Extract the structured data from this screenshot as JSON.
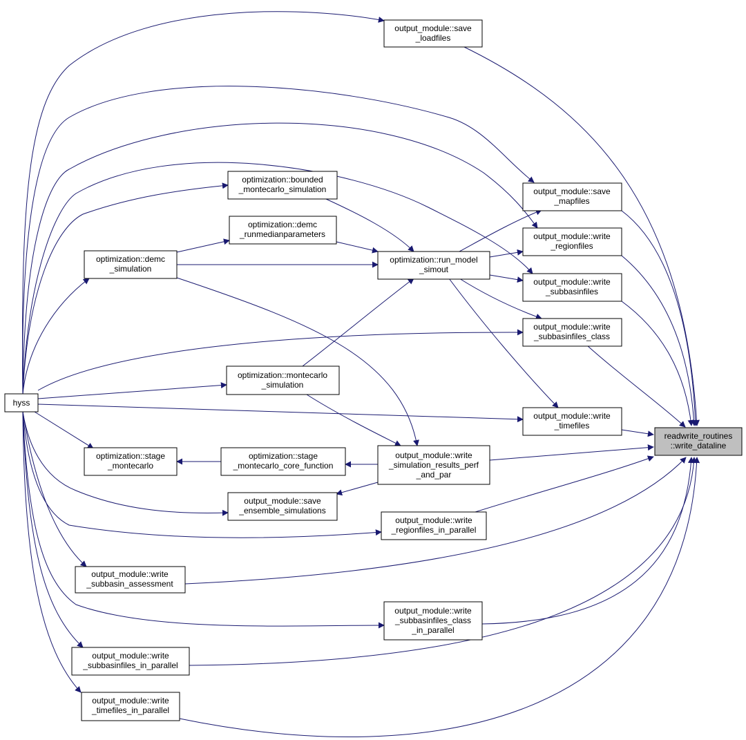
{
  "graph": {
    "edge_color": "#191970",
    "highlight_color": "#bfbfbf",
    "nodes": [
      {
        "id": "hyss",
        "lines": [
          "hyss"
        ]
      },
      {
        "id": "save_loadfiles",
        "lines": [
          "output_module::save",
          "_loadfiles"
        ]
      },
      {
        "id": "save_mapfiles",
        "lines": [
          "output_module::save",
          "_mapfiles"
        ]
      },
      {
        "id": "write_regionfiles",
        "lines": [
          "output_module::write",
          "_regionfiles"
        ]
      },
      {
        "id": "write_subbasinfiles",
        "lines": [
          "output_module::write",
          "_subbasinfiles"
        ]
      },
      {
        "id": "write_subbasinfiles_class",
        "lines": [
          "output_module::write",
          "_subbasinfiles_class"
        ]
      },
      {
        "id": "write_timefiles",
        "lines": [
          "output_module::write",
          "_timefiles"
        ]
      },
      {
        "id": "bounded_mc",
        "lines": [
          "optimization::bounded",
          "_montecarlo_simulation"
        ]
      },
      {
        "id": "demc_runmedian",
        "lines": [
          "optimization::demc",
          "_runmedianparameters"
        ]
      },
      {
        "id": "demc_simulation",
        "lines": [
          "optimization::demc",
          "_simulation"
        ]
      },
      {
        "id": "run_model_simout",
        "lines": [
          "optimization::run_model",
          "_simout"
        ]
      },
      {
        "id": "mc_simulation",
        "lines": [
          "optimization::montecarlo",
          "_simulation"
        ]
      },
      {
        "id": "stage_montecarlo",
        "lines": [
          "optimization::stage",
          "_montecarlo"
        ]
      },
      {
        "id": "stage_mc_core",
        "lines": [
          "optimization::stage",
          "_montecarlo_core_function"
        ]
      },
      {
        "id": "write_sim_results",
        "lines": [
          "output_module::write",
          "_simulation_results_perf",
          "_and_par"
        ]
      },
      {
        "id": "save_ensemble",
        "lines": [
          "output_module::save",
          "_ensemble_simulations"
        ]
      },
      {
        "id": "write_regionfiles_par",
        "lines": [
          "output_module::write",
          "_regionfiles_in_parallel"
        ]
      },
      {
        "id": "write_subbasin_assessment",
        "lines": [
          "output_module::write",
          "_subbasin_assessment"
        ]
      },
      {
        "id": "write_subbasinfiles_class_par",
        "lines": [
          "output_module::write",
          "_subbasinfiles_class",
          "_in_parallel"
        ]
      },
      {
        "id": "write_subbasinfiles_par",
        "lines": [
          "output_module::write",
          "_subbasinfiles_in_parallel"
        ]
      },
      {
        "id": "write_timefiles_par",
        "lines": [
          "output_module::write",
          "_timefiles_in_parallel"
        ]
      },
      {
        "id": "write_dataline",
        "lines": [
          "readwrite_routines",
          "::write_dataline"
        ],
        "highlight": true
      }
    ]
  }
}
